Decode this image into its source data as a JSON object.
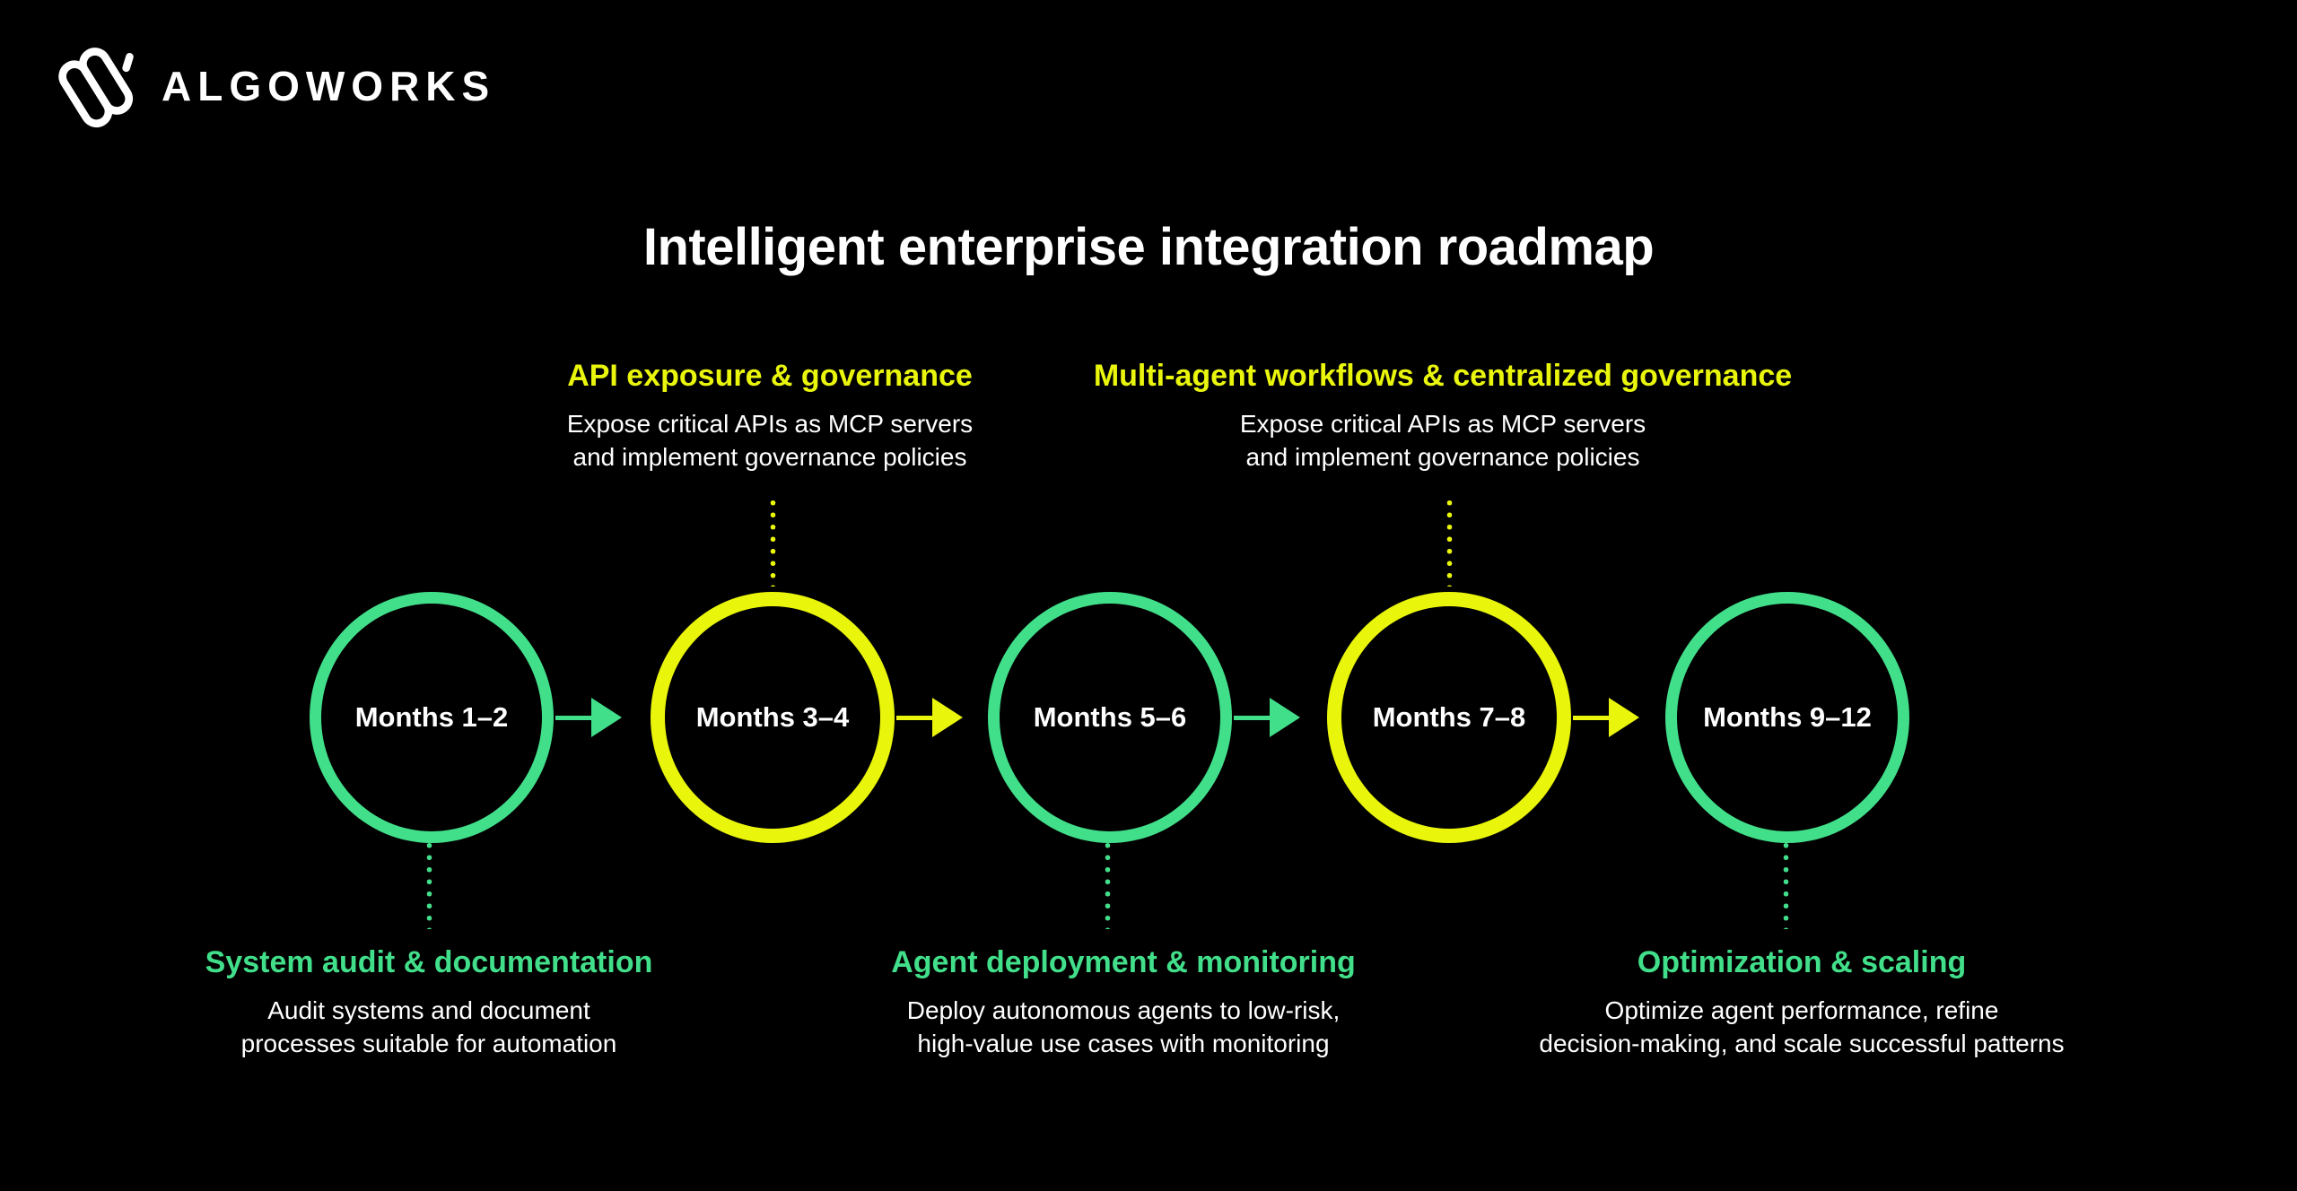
{
  "brand": {
    "wordmark": "ALGOWORKS",
    "icon": "algoworks-paperclip-loops-icon"
  },
  "title": "Intelligent enterprise integration roadmap",
  "colors": {
    "green": "#42DF8B",
    "yellow": "#E9F50B",
    "text": "#FFFFFF",
    "background": "#000000"
  },
  "nodes": [
    {
      "label": "Months 1–2",
      "color": "green",
      "callout_position": "bottom",
      "callout": {
        "title": "System audit & documentation",
        "lines": [
          "Audit systems and document",
          "processes suitable for automation"
        ]
      }
    },
    {
      "label": "Months 3–4",
      "color": "yellow",
      "callout_position": "top",
      "callout": {
        "title": "API exposure & governance",
        "lines": [
          "Expose critical APIs as MCP servers",
          "and implement governance policies"
        ]
      }
    },
    {
      "label": "Months 5–6",
      "color": "green",
      "callout_position": "bottom",
      "callout": {
        "title": "Agent deployment & monitoring",
        "lines": [
          "Deploy autonomous agents to low-risk,",
          "high-value use cases with monitoring"
        ]
      }
    },
    {
      "label": "Months 7–8",
      "color": "yellow",
      "callout_position": "top",
      "callout": {
        "title": "Multi-agent workflows & centralized governance",
        "lines": [
          "Expose critical APIs as MCP servers",
          "and implement governance policies"
        ]
      }
    },
    {
      "label": "Months 9–12",
      "color": "green",
      "callout_position": "bottom",
      "callout": {
        "title": "Optimization & scaling",
        "lines": [
          "Optimize agent performance, refine",
          "decision-making, and scale successful patterns"
        ]
      }
    }
  ]
}
